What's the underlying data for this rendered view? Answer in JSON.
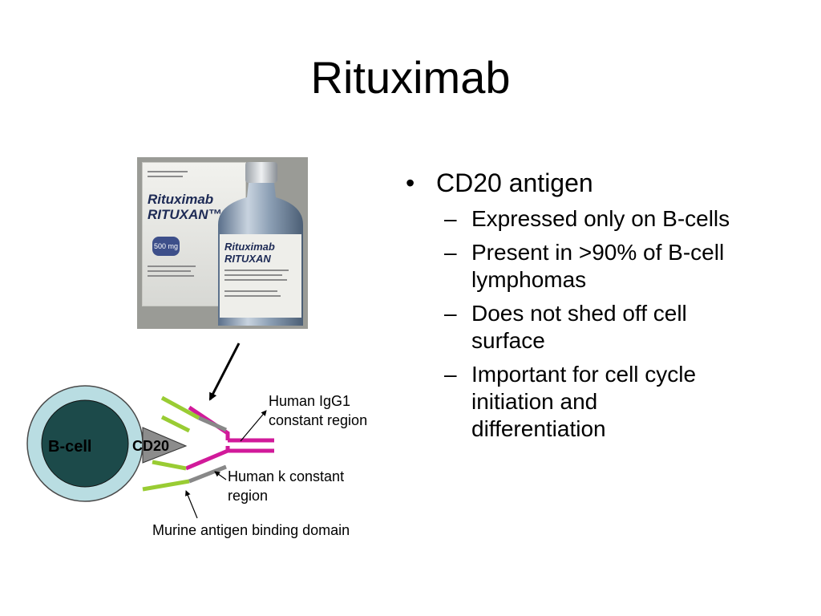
{
  "slide": {
    "title": "Rituximab"
  },
  "bullets": [
    {
      "text": "CD20 antigen",
      "sub": [
        [
          "Expressed only on B-cells"
        ],
        [
          "Present in >90% of B-cell",
          "lymphomas"
        ],
        [
          "Does not shed off cell",
          "surface"
        ],
        [
          "Important for cell cycle",
          "initiation and",
          "differentiation"
        ]
      ]
    }
  ],
  "photo": {
    "box_line1": "Rituximab",
    "box_line2": "RITUXAN™",
    "box_dose": "500 mg",
    "vial_line1": "Rituximab",
    "vial_line2": "RITUXAN"
  },
  "diagram": {
    "cell_label": "B-cell",
    "antigen_label": "CD20",
    "label_igg1": [
      "Human IgG1",
      "constant region"
    ],
    "label_k": [
      "Human k constant",
      "region"
    ],
    "label_murine": "Murine antigen binding domain",
    "colors": {
      "cell_outer": "#b9dde2",
      "cell_inner": "#1c4a4a",
      "heavy_chain": "#d11a9a",
      "light_chain_constant": "#888888",
      "variable_region": "#99cc33",
      "antigen": "#8c8c8c"
    }
  }
}
